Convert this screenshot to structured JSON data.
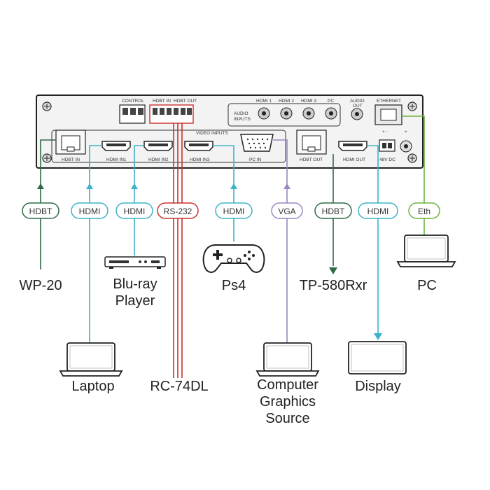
{
  "panel": {
    "control": "CONTROL",
    "hdbt_in_ctrl": "HDBT IN",
    "hdbt_out_ctrl": "HDBT OUT",
    "audio_inputs_1": "AUDIO",
    "audio_inputs_2": "INPUTS",
    "audio_hdmi1": "HDMI 1",
    "audio_hdmi2": "HDMI 2",
    "audio_hdmi3": "HDMI 3",
    "audio_pc": "PC",
    "audio_out_1": "AUDIO",
    "audio_out_2": "OUT",
    "ethernet": "ETHERNET",
    "video_inputs": "VIDEO INPUTS",
    "port_hdbt_in": "HDBT IN",
    "port_hdmi_in1": "HDMI IN1",
    "port_hdmi_in2": "HDMI IN2",
    "port_hdmi_in3": "HDMI IN3",
    "port_pc_in": "PC IN",
    "port_hdbt_out": "HDBT OUT",
    "port_hdmi_out": "HDMI OUT",
    "port_48v": "48V DC",
    "plus_minus": "+ -",
    "plus": "+"
  },
  "tags": {
    "hdbt1": "HDBT",
    "hdmi1": "HDMI",
    "hdmi2": "HDMI",
    "rs232": "RS-232",
    "hdmi3": "HDMI",
    "vga": "VGA",
    "hdbt2": "HDBT",
    "hdmi4": "HDMI",
    "eth": "Eth"
  },
  "devices": {
    "wp20": "WP-20",
    "bluray_1": "Blu-ray",
    "bluray_2": "Player",
    "ps4": "Ps4",
    "tp580": "TP-580Rxr",
    "pc": "PC",
    "laptop": "Laptop",
    "rc74": "RC-74DL",
    "cgs_1": "Computer",
    "cgs_2": "Graphics",
    "cgs_3": "Source",
    "display": "Display"
  },
  "colors": {
    "hdbt": "#2e6b45",
    "hdmi": "#3cb3c9",
    "rs232": "#c8312e",
    "vga": "#9a86bf",
    "eth": "#6cb33f",
    "panel_stroke": "#222222"
  }
}
